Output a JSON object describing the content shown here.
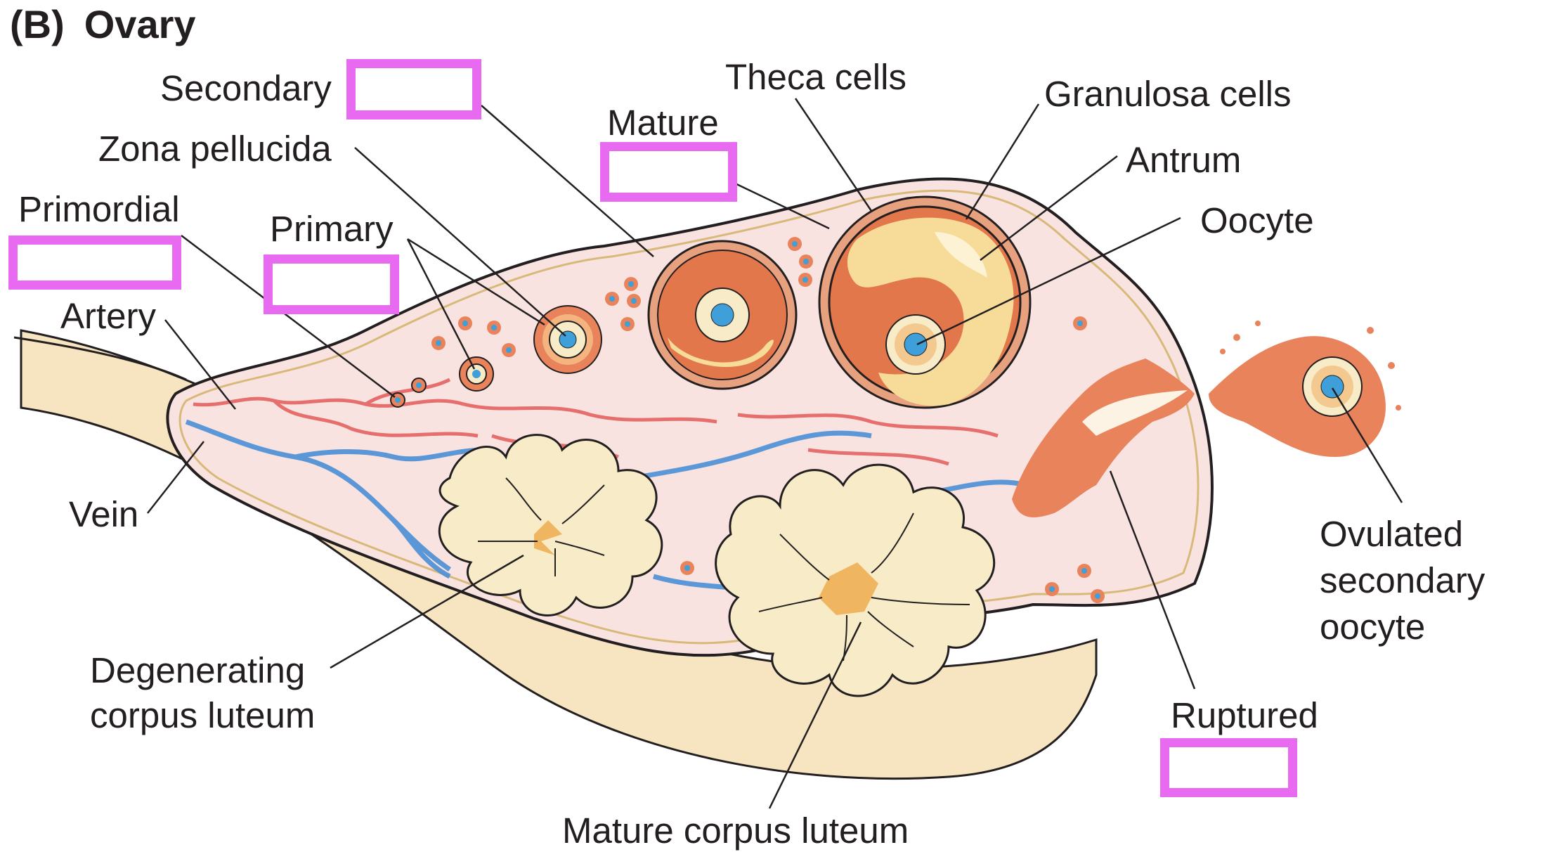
{
  "title": {
    "panel": "(B)",
    "text": "Ovary"
  },
  "labels": {
    "secondary": "Secondary",
    "zona_pellucida": "Zona pellucida",
    "primordial": "Primordial",
    "primary": "Primary",
    "artery": "Artery",
    "vein": "Vein",
    "mature": "Mature",
    "theca_cells": "Theca cells",
    "granulosa_cells": "Granulosa cells",
    "antrum": "Antrum",
    "oocyte": "Oocyte",
    "degenerating_corpus_luteum": [
      "Degenerating",
      "corpus luteum"
    ],
    "mature_corpus_luteum": "Mature corpus luteum",
    "ovulated_secondary_oocyte": [
      "Ovulated",
      "secondary",
      "oocyte"
    ],
    "ruptured": "Ruptured"
  },
  "blank_boxes": [
    "secondary",
    "mature",
    "primordial",
    "primary",
    "ruptured"
  ],
  "colors": {
    "blank_box_border": "#e86af0",
    "ovary_stroma": "#f9e3e0",
    "ovary_capsule": "#f6e5c0",
    "artery": "#e35b5b",
    "vein": "#4a8fd6",
    "follicle": "#e8835c",
    "oocyte": "#3f9fd8",
    "corpus_luteum": "#f8ecc8"
  }
}
